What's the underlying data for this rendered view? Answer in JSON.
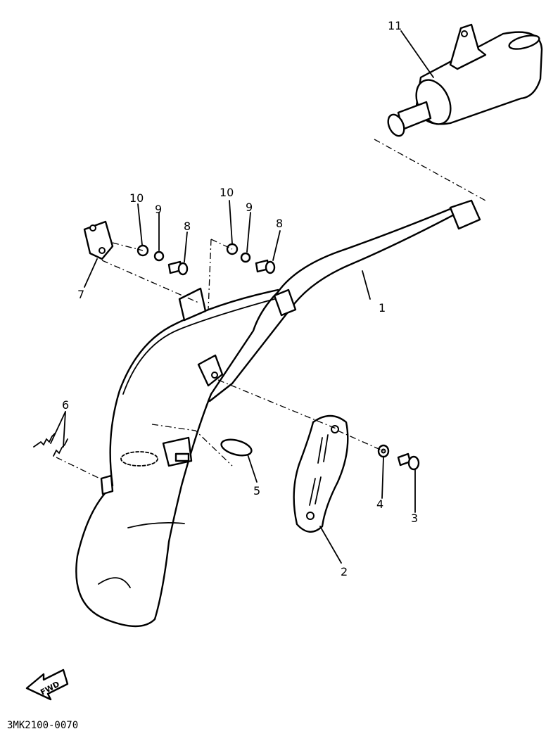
{
  "callouts": {
    "p1": "1",
    "p2": "2",
    "p3": "3",
    "p4": "4",
    "p5": "5",
    "p6": "6",
    "p7": "7",
    "p8a": "8",
    "p8b": "8",
    "p9a": "9",
    "p9b": "9",
    "p10a": "10",
    "p10b": "10",
    "p11": "11"
  },
  "fwd_label": "FWD",
  "diagram_code": "3MK2100-0070"
}
